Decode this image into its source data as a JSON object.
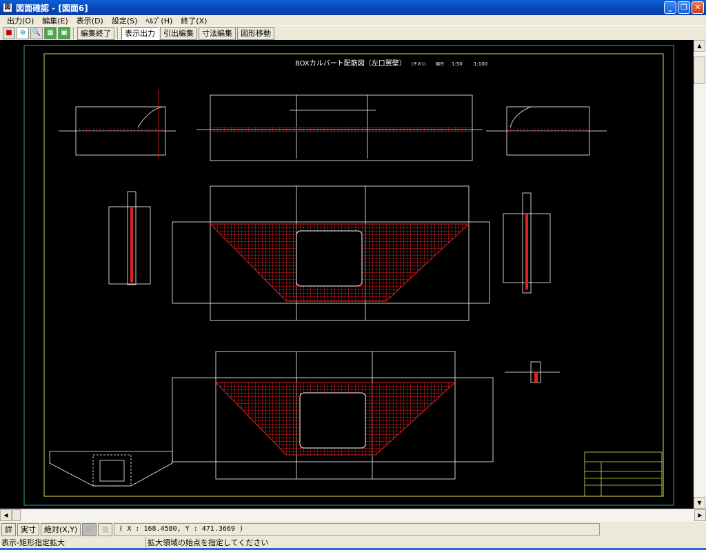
{
  "window": {
    "title": "図面確認 - [図面6]",
    "icon": "app-icon",
    "controls": [
      "minimize",
      "restore",
      "close"
    ]
  },
  "menu": [
    "出力(O)",
    "編集(E)",
    "表示(D)",
    "設定(S)",
    "ﾍﾙﾌﾟ(H)",
    "終了(X)"
  ],
  "toolbar": {
    "icons": [
      "select-icon",
      "zoom-window-icon",
      "zoom-icon",
      "fit-all-icon",
      "fit-sheet-icon"
    ],
    "end_edit": "編集終了",
    "modes": [
      "表示出力",
      "引出編集",
      "寸法編集",
      "図形移動"
    ],
    "active_mode": "表示出力"
  },
  "drawing": {
    "title": "BOXカルバート配筋図（左口翼壁）",
    "sheet": "(その1)",
    "scale_label": "縮尺",
    "scale1": "1:50",
    "scale2": "1:100",
    "colors": {
      "frame": "#2aa7a7",
      "border": "#e0e040",
      "line": "#ffffff",
      "rebar": "#e02020"
    }
  },
  "bottom": {
    "buttons": [
      "詳",
      "実寸",
      "絶対(X,Y)"
    ],
    "disabled": [
      "前",
      "後"
    ],
    "coords": "( X : 168.4580, Y : 471.3669 )"
  },
  "status": {
    "mode": "表示-矩形指定拡大",
    "message": "拡大領域の始点を指定してください"
  }
}
